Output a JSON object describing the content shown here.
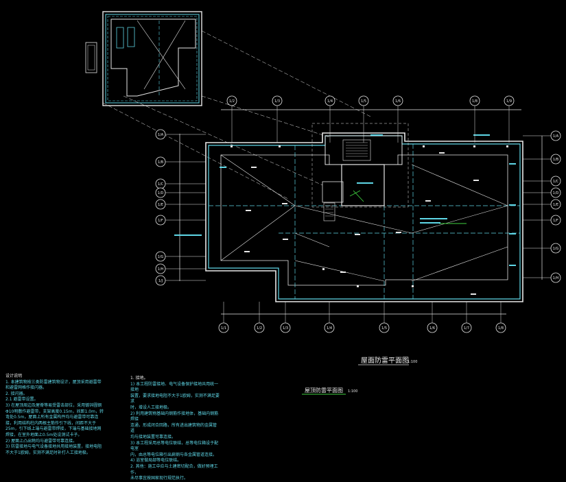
{
  "drawing": {
    "main_title": "屋面防雷平面图",
    "main_scale": "1:100",
    "sub_title": "屋顶防雷平面图",
    "sub_scale": "1:100"
  },
  "axis_bubbles": {
    "top": [
      "1/2",
      "1/3",
      "1/4",
      "1/5",
      "1/6",
      "1/8",
      "1/9"
    ],
    "bottom": [
      "1/1",
      "1/2",
      "1/3",
      "1/4",
      "1/5",
      "1/6",
      "1/7",
      "1/8"
    ],
    "left": [
      "1/A",
      "1/B",
      "1/C",
      "1/D",
      "1/E",
      "1/F",
      "1/G",
      "1/H",
      "1/J"
    ],
    "right": [
      "1/A",
      "1/B",
      "1/C",
      "1/D",
      "1/E",
      "1/F",
      "1/G",
      "1/H"
    ]
  },
  "notes_left": {
    "heading": "设计说明",
    "lines": [
      "1. 本建筑物按三类防雷建筑物设计，屋顶采用避雷带",
      "   和避雷网格作接闪器。",
      "2. 接闪器。",
      "   2.1 避雷带设置。",
      "3) 在屋顶周边及屋脊等易受雷击部位，采用镀锌圆钢",
      "   Φ10明敷作避雷带，支架高度0.15m，间距1.0m，转",
      "   弯处0.5m，屋面上所有金属构件均与避雷带可靠连",
      "   接，利用结构柱内两根主筋作引下线，间距不大于",
      "   25m，引下线上端与避雷带焊接，下端与基础接地网",
      "   焊接，在室外地面上0.5m处设测试卡子。",
      "2) 屋面上凸出物均与避雷带可靠连接。",
      "3) 防雷接地与电气设备接地共用接地装置，接地电阻",
      "   不大于1欧姆，实测不满足时补打人工接地极。"
    ]
  },
  "notes_right": {
    "heading": "1. 接地。",
    "lines": [
      "1) 本工程防雷接地、电气设备保护接地共用统一接地",
      "   装置，要求接地电阻不大于1欧姆，实测不满足要求",
      "   时，增设人工接地极。",
      "2) 利用建筑物基础内钢筋作接地体，基础内钢筋焊接",
      "   连通，形成闭合回路，所有进出建筑物的金属管道",
      "   均与接地装置可靠连接。",
      "3) 本工程采用总等电位联结，总等电位箱设于配电室",
      "   内，由总等电位箱引出扁钢与各金属管道连接。",
      "4) 浴室做局部等电位联结。",
      "2. 其他：施工中应与土建密切配合，做好预埋工作，",
      "   未尽事宜按国家现行规范执行。"
    ]
  }
}
